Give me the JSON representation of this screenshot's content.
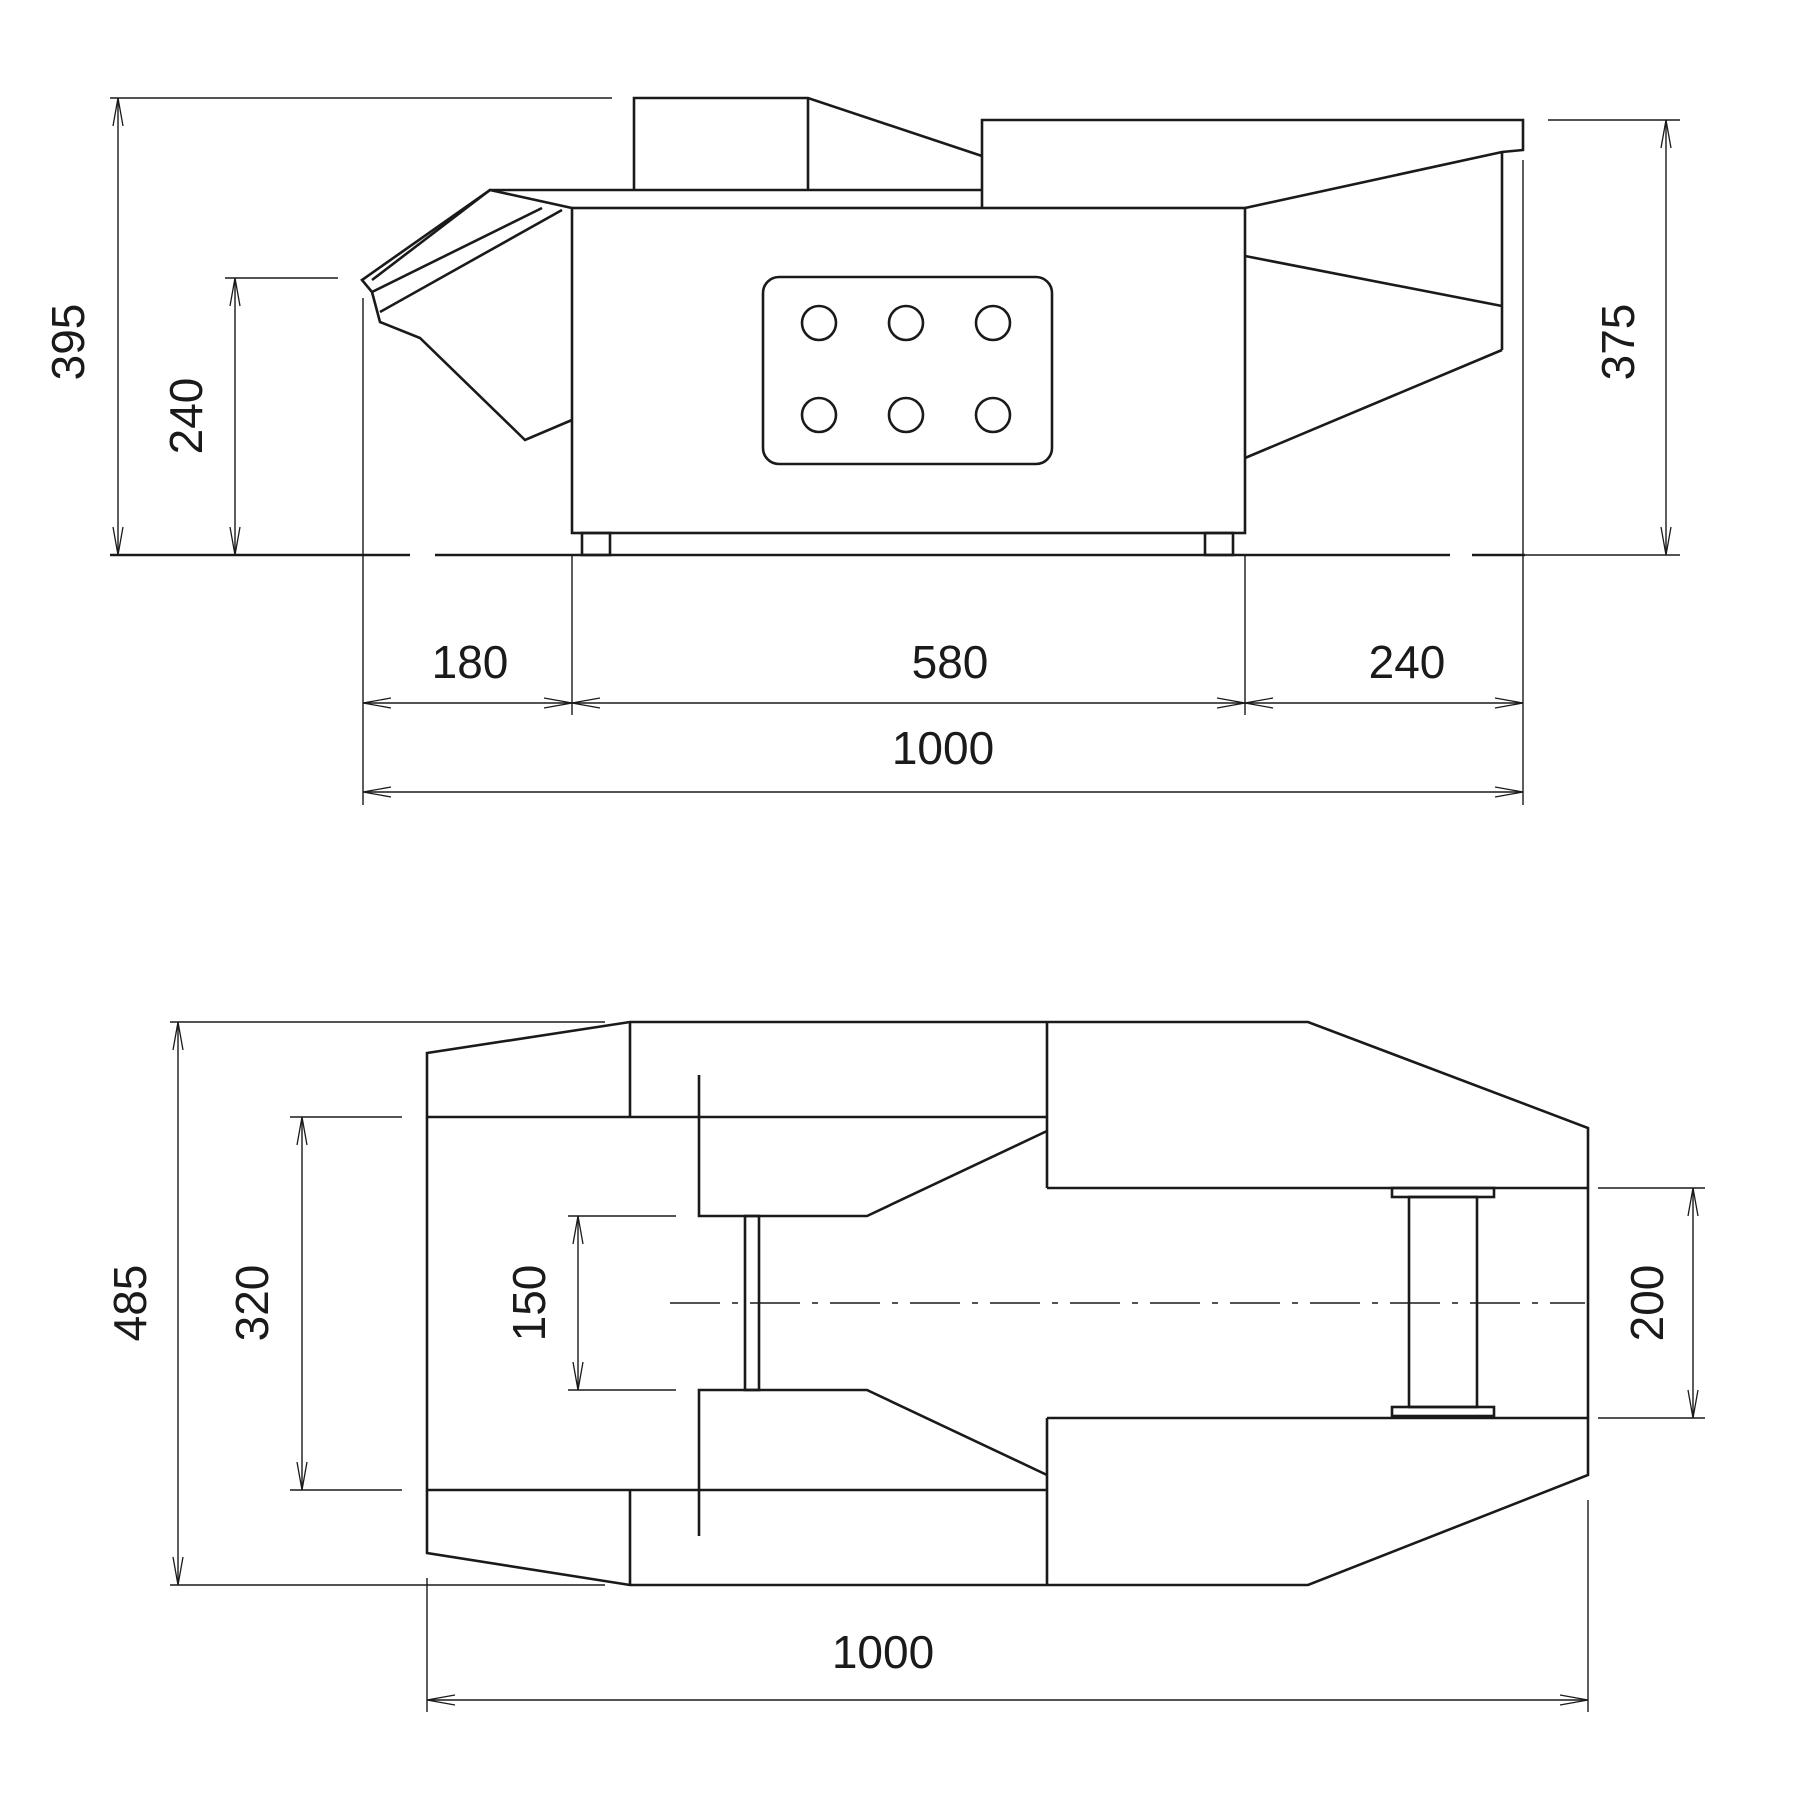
{
  "drawing": {
    "side_view": {
      "dimensions": {
        "total_height": "395",
        "front_height": "240",
        "rear_height": "375",
        "front_overhang": "180",
        "body_length": "580",
        "rear_overhang": "240",
        "overall_length": "1000"
      }
    },
    "top_view": {
      "dimensions": {
        "overall_width": "485",
        "inner_width": "320",
        "nozzle_width": "150",
        "rear_width": "200",
        "overall_length": "1000"
      }
    }
  }
}
